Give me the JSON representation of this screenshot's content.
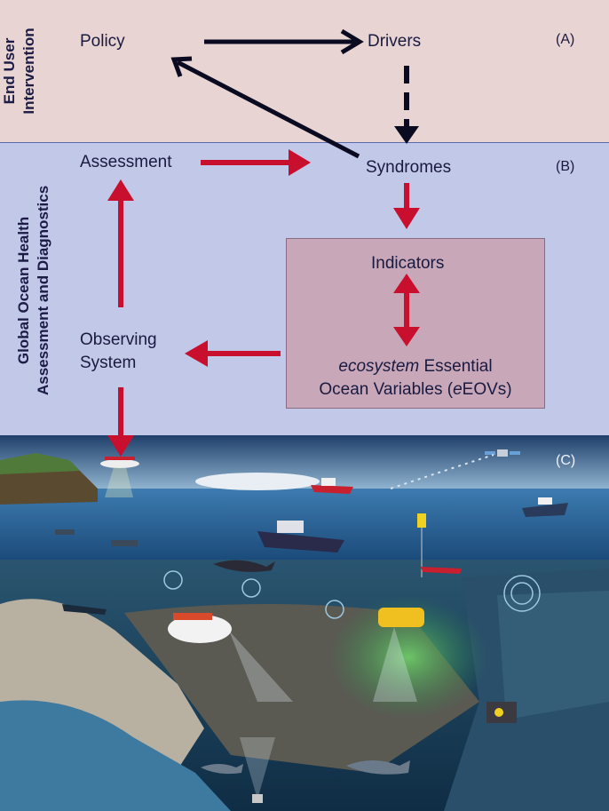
{
  "panels": {
    "a": {
      "side_label": [
        "End User",
        "Intervention"
      ],
      "letter": "(A)",
      "nodes": {
        "policy": "Policy",
        "drivers": "Drivers"
      }
    },
    "b": {
      "side_label": [
        "Global Ocean Health",
        "Assessment and Diagnostics"
      ],
      "letter": "(B)",
      "nodes": {
        "assessment": "Assessment",
        "syndromes": "Syndromes",
        "indicators": "Indicators",
        "eeov_italic": "ecosystem",
        "eeov_line1_rest": " Essential",
        "eeov_line2_pre": "Ocean Variables (",
        "eeov_line2_italic": "e",
        "eeov_line2_post": "EOVs)",
        "observing_line1": "Observing",
        "observing_line2": "System"
      }
    },
    "c": {
      "letter": "(C)"
    }
  },
  "colors": {
    "panel_a_bg": "#e8d4d2",
    "panel_b_bg": "#c2c8e8",
    "indicator_box": "#c8a8b8",
    "arrow_black": "#0a0a20",
    "arrow_red": "#c8102e",
    "ocean_sky": "#3d6fa0",
    "ocean_deep": "#123a5a"
  },
  "icons": [
    "aircraft-icon",
    "research-ship-icon",
    "buoy-icon",
    "satellite-icon",
    "auv-icon",
    "submersible-icon",
    "glider-icon",
    "whale-icon",
    "fish-icon",
    "diver-icon",
    "sonar-beam-icon",
    "seafloor-sensor-icon"
  ]
}
